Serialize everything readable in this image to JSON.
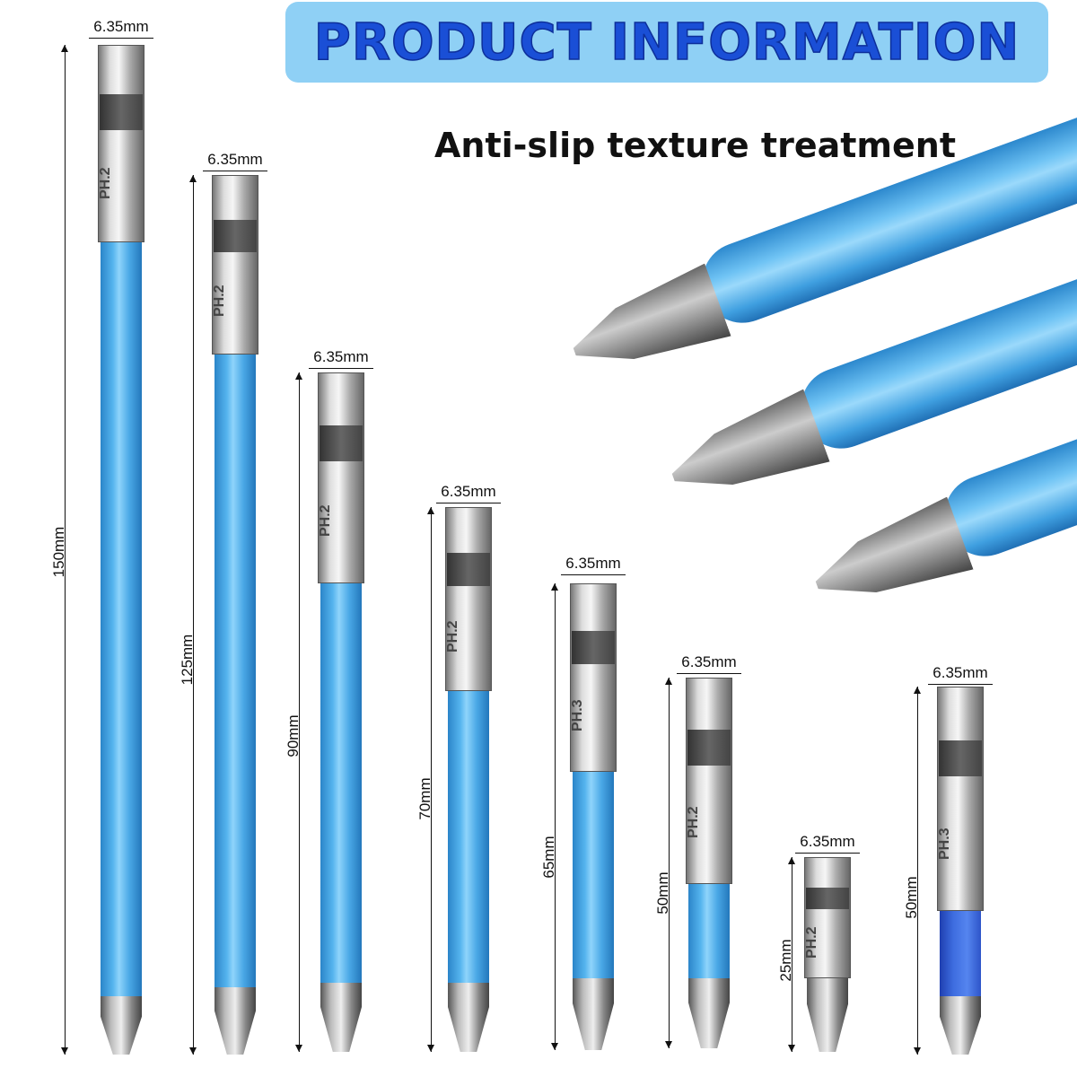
{
  "header": {
    "title": "PRODUCT INFORMATION",
    "subtitle": "Anti-slip texture treatment"
  },
  "bits": [
    {
      "length": "150mm",
      "width": "6.35mm",
      "marking": "PH.2",
      "shaft_color": "light-blue"
    },
    {
      "length": "125mm",
      "width": "6.35mm",
      "marking": "PH.2",
      "shaft_color": "light-blue"
    },
    {
      "length": "90mm",
      "width": "6.35mm",
      "marking": "PH.2",
      "shaft_color": "light-blue"
    },
    {
      "length": "70mm",
      "width": "6.35mm",
      "marking": "PH.2",
      "shaft_color": "light-blue"
    },
    {
      "length": "65mm",
      "width": "6.35mm",
      "marking": "PH.3",
      "shaft_color": "light-blue"
    },
    {
      "length": "50mm",
      "width": "6.35mm",
      "marking": "PH.2",
      "shaft_color": "light-blue"
    },
    {
      "length": "25mm",
      "width": "6.35mm",
      "marking": "PH.2",
      "shaft_color": "none"
    },
    {
      "length": "50mm",
      "width": "6.35mm",
      "marking": "PH.3",
      "shaft_color": "dark-blue"
    }
  ],
  "colors": {
    "banner": "#8fd0f5",
    "title": "#1a4fd6",
    "shaft": "#4aa8e6",
    "shaft_dark": "#2d54c9"
  }
}
